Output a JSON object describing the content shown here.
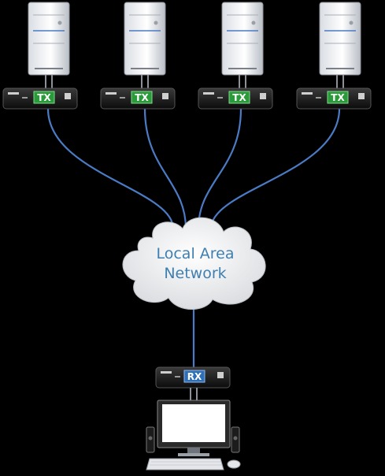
{
  "network": {
    "label_line1": "Local Area",
    "label_line2": "Network"
  },
  "transmitters": [
    {
      "badge": "TX"
    },
    {
      "badge": "TX"
    },
    {
      "badge": "TX"
    },
    {
      "badge": "TX"
    }
  ],
  "receiver": {
    "badge": "RX"
  },
  "colors": {
    "background": "#000000",
    "cable": "#4a7bc4",
    "tx_badge": "#2a9a3a",
    "rx_badge": "#2f6fb8",
    "cloud_text": "#3f7fb0"
  },
  "icons": [
    "tower-pc-icon",
    "tx-unit-icon",
    "cloud-icon",
    "rx-unit-icon",
    "workstation-icon"
  ]
}
